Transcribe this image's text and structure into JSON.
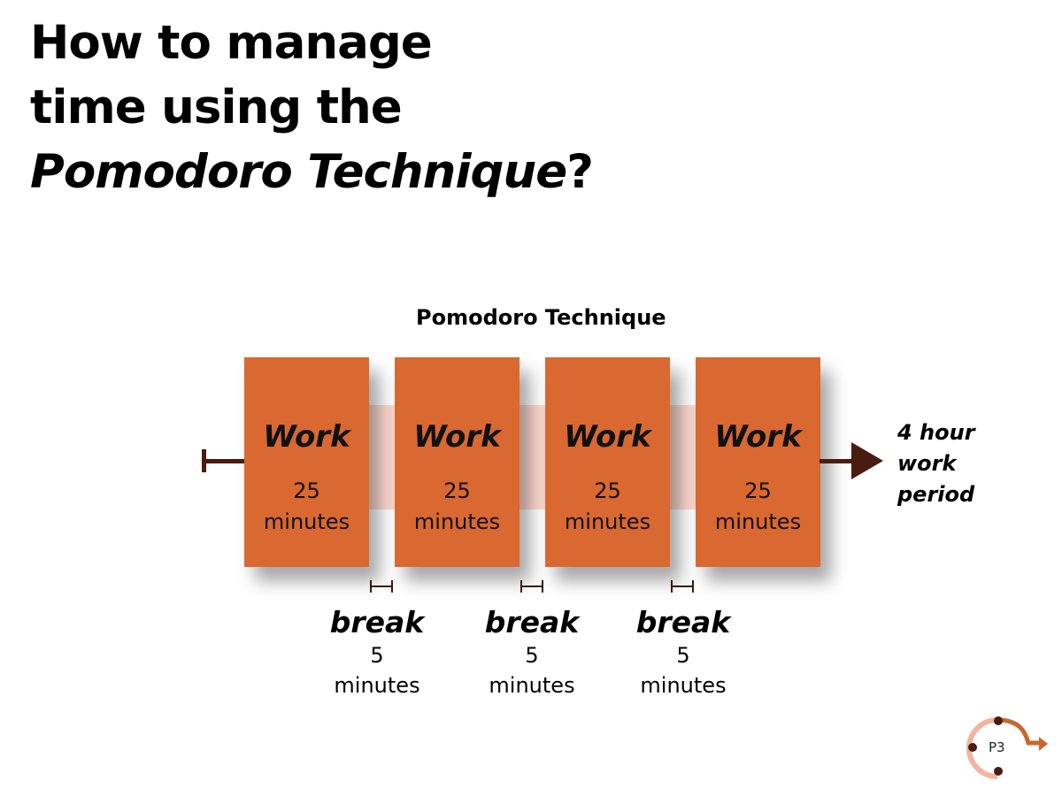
{
  "title": {
    "line1": "How to manage",
    "line2": "time using the",
    "line3_italic": "Pomodoro Technique",
    "line3_suffix": "?"
  },
  "diagram": {
    "title": "Pomodoro Technique",
    "work_blocks": [
      {
        "label": "Work",
        "duration": "25",
        "unit": "minutes"
      },
      {
        "label": "Work",
        "duration": "25",
        "unit": "minutes"
      },
      {
        "label": "Work",
        "duration": "25",
        "unit": "minutes"
      },
      {
        "label": "Work",
        "duration": "25",
        "unit": "minutes"
      }
    ],
    "breaks": [
      {
        "label": "break",
        "duration": "5",
        "unit": "minutes"
      },
      {
        "label": "break",
        "duration": "5",
        "unit": "minutes"
      },
      {
        "label": "break",
        "duration": "5",
        "unit": "minutes"
      }
    ],
    "period_label": [
      "4 hour",
      "work",
      "period"
    ]
  },
  "logo": {
    "text": "P3"
  },
  "colors": {
    "work_block": "#d96831",
    "break_connector": "#fcd9cf",
    "arrow": "#4a1c10"
  }
}
